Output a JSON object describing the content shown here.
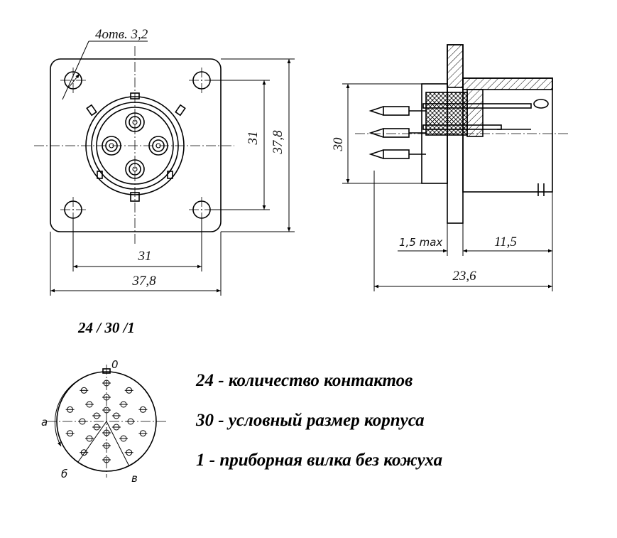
{
  "front_view": {
    "holes_note": "4отв. 3,2",
    "dim_inner_h": "31",
    "dim_outer_h": "37,8",
    "dim_inner_v": "31",
    "dim_outer_v": "37,8"
  },
  "side_view": {
    "dim_height": "30",
    "dim_flange": "1,5 max",
    "dim_body": "11,5",
    "dim_total": "23,6"
  },
  "designation": "24 / 30 /1",
  "pin_layout": {
    "angle_label": "0",
    "label_a": "а",
    "label_b": "б",
    "label_v": "в"
  },
  "legend": [
    {
      "text": "24 - количество контактов"
    },
    {
      "text": "30 - условный размер корпуса"
    },
    {
      "text": "1 - приборная вилка без кожуха"
    }
  ]
}
